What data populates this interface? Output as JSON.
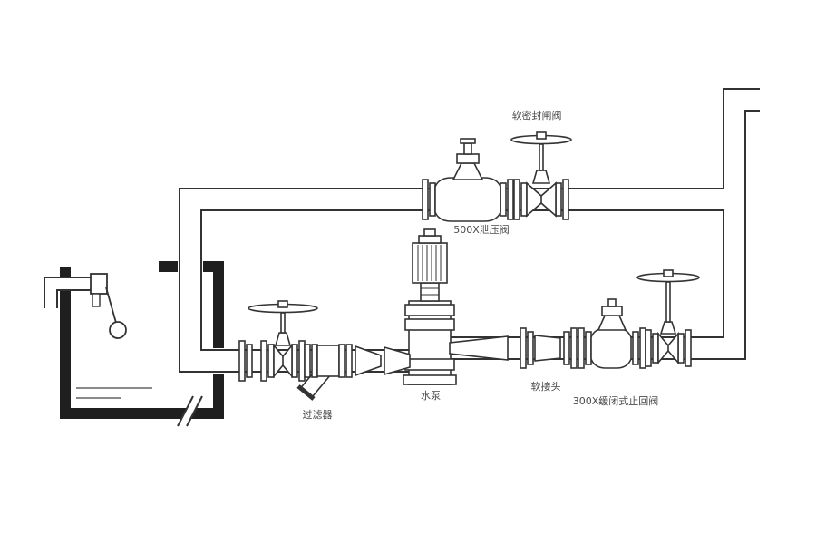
{
  "diagram": {
    "labels": {
      "top_gate_valve": "软密封闸阀",
      "relief_valve": "500X泄压阀",
      "strainer": "过滤器",
      "pump": "水泵",
      "flexible_joint": "软接头",
      "check_valve": "300X缓闭式止回阀"
    },
    "colors": {
      "background": "#ffffff",
      "pipe_line": "#333333",
      "tank_wall": "#1f1f1f",
      "label_text": "#4a4a4a"
    }
  }
}
